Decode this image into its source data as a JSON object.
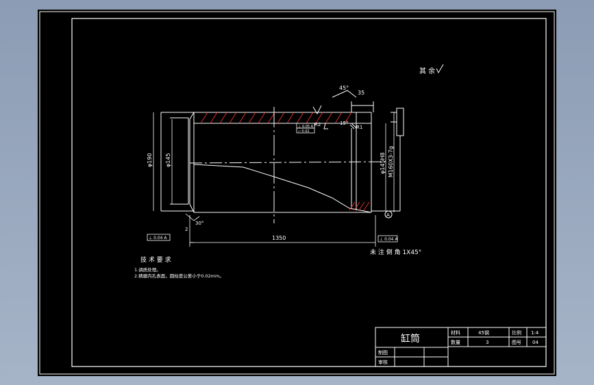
{
  "roughness_note": "其 余",
  "dims": {
    "angle_45": "45°",
    "len_35": "35",
    "angle_15": "15°",
    "r1": "R1",
    "r2": "R2",
    "angle_30": "30°",
    "small_2": "2",
    "dia_left_outer": "φ190",
    "dia_left_inner": "φ145",
    "dia_right_h8": "φ145H8",
    "dia_right_thread": "M160X3-7g",
    "length_1350": "1350",
    "datum_a": "A"
  },
  "tolerance_frames": {
    "perp_top": "⊥ 0.05 A",
    "flat_top": "▱ 0.02",
    "left_frame": "⊥ 0.04 A",
    "right_frame": "⊥ 0.04 A"
  },
  "chamfer_note": "未 注 倒 角 1X45°",
  "tech_req": {
    "title": "技 术 要 求",
    "items": [
      "1.调质处理。",
      "2.精磨内孔表面，圆柱度公差小于0.02mm。"
    ]
  },
  "title_block": {
    "part_name": "缸筒",
    "material_label": "材料",
    "material_value": "45钢",
    "qty_label": "数量",
    "qty_value": "3",
    "scale_label": "比例",
    "scale_value": "1:4",
    "drawing_no_label": "图号",
    "drawing_no_value": "04",
    "drawn_label": "制图",
    "checked_label": "审核"
  },
  "colors": {
    "line": "#ffffff",
    "hatch": "#ff3030",
    "background": "#000000",
    "desktop": "#9aa8be"
  }
}
